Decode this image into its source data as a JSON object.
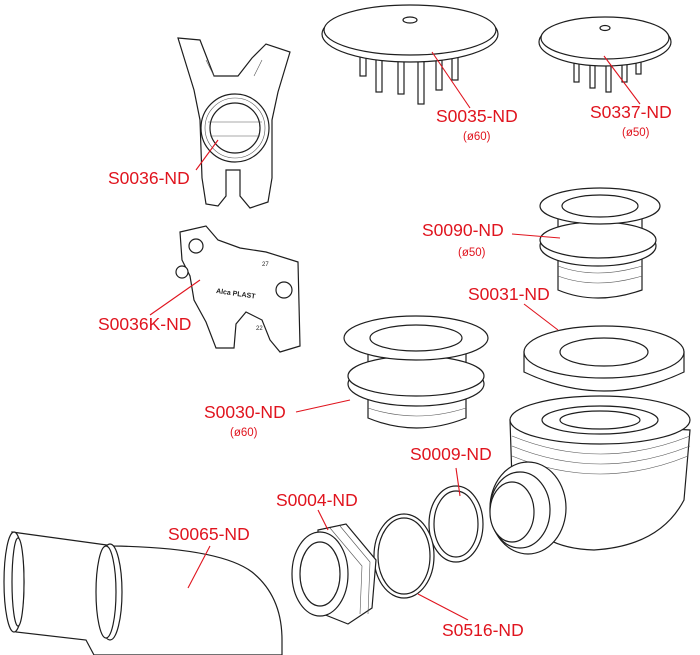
{
  "colors": {
    "label": "#e0141e",
    "line": "#1e1e1e",
    "fill": "#ffffff"
  },
  "parts": {
    "s0036": {
      "code": "S0036-ND"
    },
    "s0036k": {
      "code": "S0036K-ND",
      "brand_text": "Alca PLAST",
      "mark_27": "27",
      "mark_22": "22"
    },
    "s0035": {
      "code": "S0035-ND",
      "size": "(ø60)"
    },
    "s0337": {
      "code": "S0337-ND",
      "size": "(ø50)"
    },
    "s0090": {
      "code": "S0090-ND",
      "size": "(ø50)"
    },
    "s0031": {
      "code": "S0031-ND"
    },
    "s0030": {
      "code": "S0030-ND",
      "size": "(ø60)"
    },
    "s0009": {
      "code": "S0009-ND"
    },
    "s0004": {
      "code": "S0004-ND"
    },
    "s0065": {
      "code": "S0065-ND"
    },
    "s0516": {
      "code": "S0516-ND"
    }
  }
}
